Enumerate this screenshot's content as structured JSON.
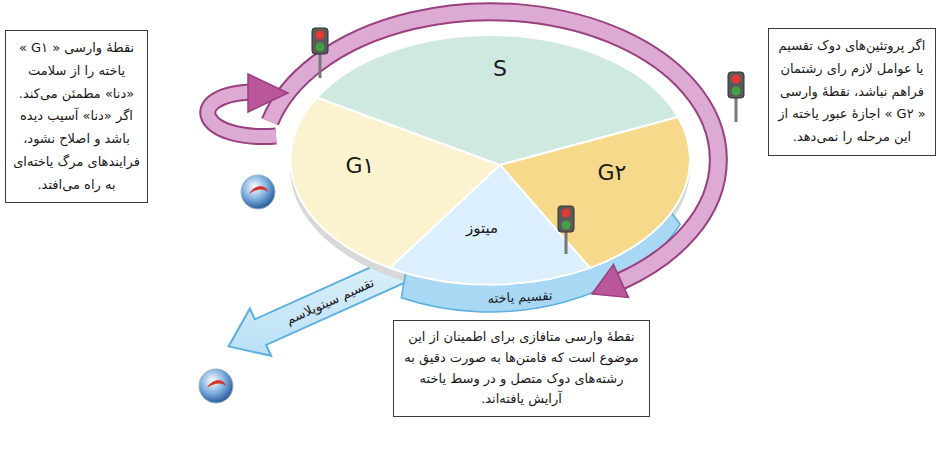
{
  "diagram": {
    "nodes": [
      {
        "text": [
          "نقطهٔ وارسی « G۱ » یاخته را از سلامت «دنا» مطمئن می‌کند. اگر «دنا» آسیب دیده باشد و اصلاح نشود، فرایندهای مرگ یاخته‌ای به راه می‌افتد."
        ]
      },
      {
        "text": [
          "S"
        ]
      },
      {
        "text": [
          "G۱"
        ]
      },
      {
        "text": [
          "G۲"
        ]
      },
      {
        "text": [
          "اگر پروتئین‌های دوک تقسیم یا عوامل لازم رای رشتمان فراهم نباشد، نقطهٔ وارسی « G۲ » اجازهٔ عبور یاخته از این مرحله را نمی‌دهد."
        ]
      },
      {
        "text": [
          "میتوز"
        ]
      },
      {
        "text": [
          "تقسیم سیتوپلاسم"
        ]
      },
      {
        "text": [
          "تقسیم یاخته"
        ]
      },
      {
        "text": [
          "نقطهٔ وارسی متافازی برای اطمینان از این موضوع است که فامتن‌ها به صورت دقیق به رشته‌های دوک متصل و در وسط یاخته آرایش یافته‌اند."
        ]
      }
    ]
  }
}
